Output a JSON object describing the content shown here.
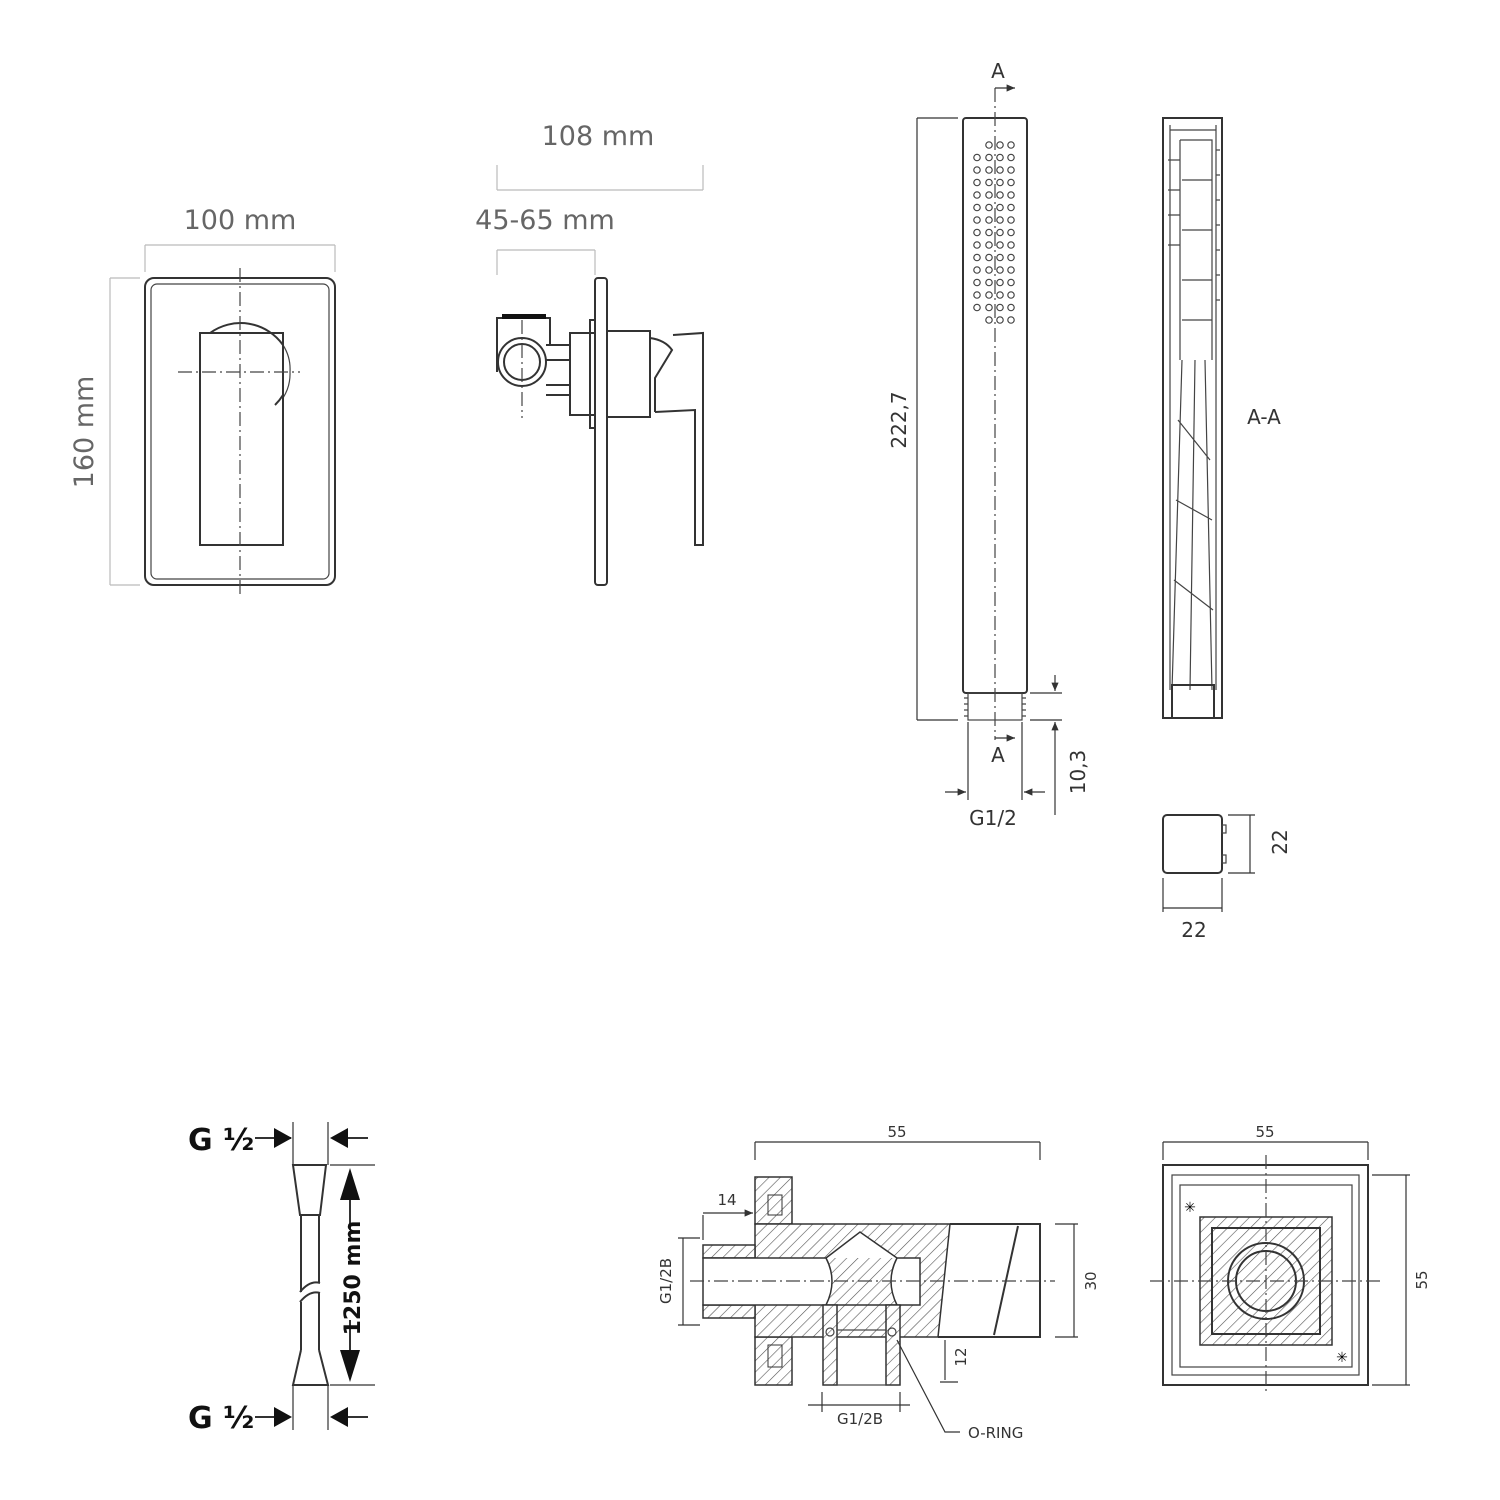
{
  "mixer_front": {
    "width_label": "100 mm",
    "height_label": "160 mm"
  },
  "mixer_side": {
    "depth_label": "108 mm",
    "wall_depth_label": "45-65 mm"
  },
  "hand_shower": {
    "section_mark_top": "A",
    "section_mark_bottom": "A",
    "length_label": "222,7",
    "thread_length_label": "10,3",
    "thread_label": "G1/2",
    "section_title": "A-A",
    "width_label": "22",
    "depth_label": "22"
  },
  "hose": {
    "top_thread_label": "G ½",
    "bottom_thread_label": "G ½",
    "length_label": "1250 mm"
  },
  "wall_outlet_section": {
    "length_label": "55",
    "offset_label": "14",
    "inlet_thread_label": "G1/2B",
    "height_label": "30",
    "outlet_offset_label": "12",
    "outlet_thread_label": "G1/2B",
    "oring_label": "O-RING"
  },
  "wall_outlet_front": {
    "width_label": "55",
    "height_label": "55"
  }
}
